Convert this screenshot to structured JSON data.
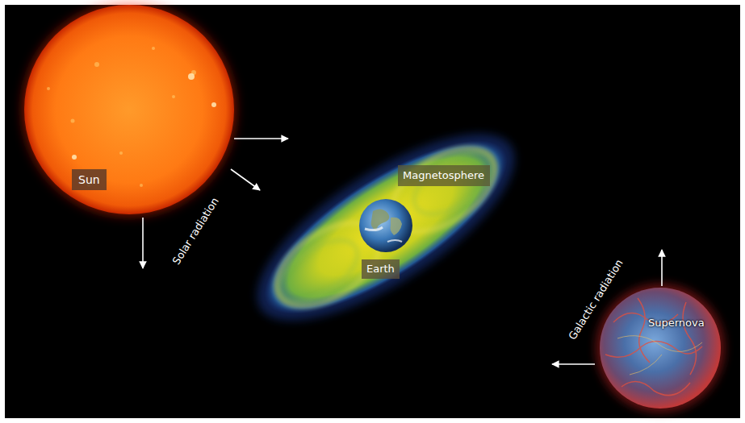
{
  "diagram": {
    "nodes": [
      {
        "text": [
          "Sun"
        ]
      },
      {
        "text": [
          "Magnetosphere"
        ]
      },
      {
        "text": [
          "Earth"
        ]
      }
    ],
    "labels": [
      "Solar radiation",
      "Galactic radiation",
      "Supernova"
    ]
  }
}
